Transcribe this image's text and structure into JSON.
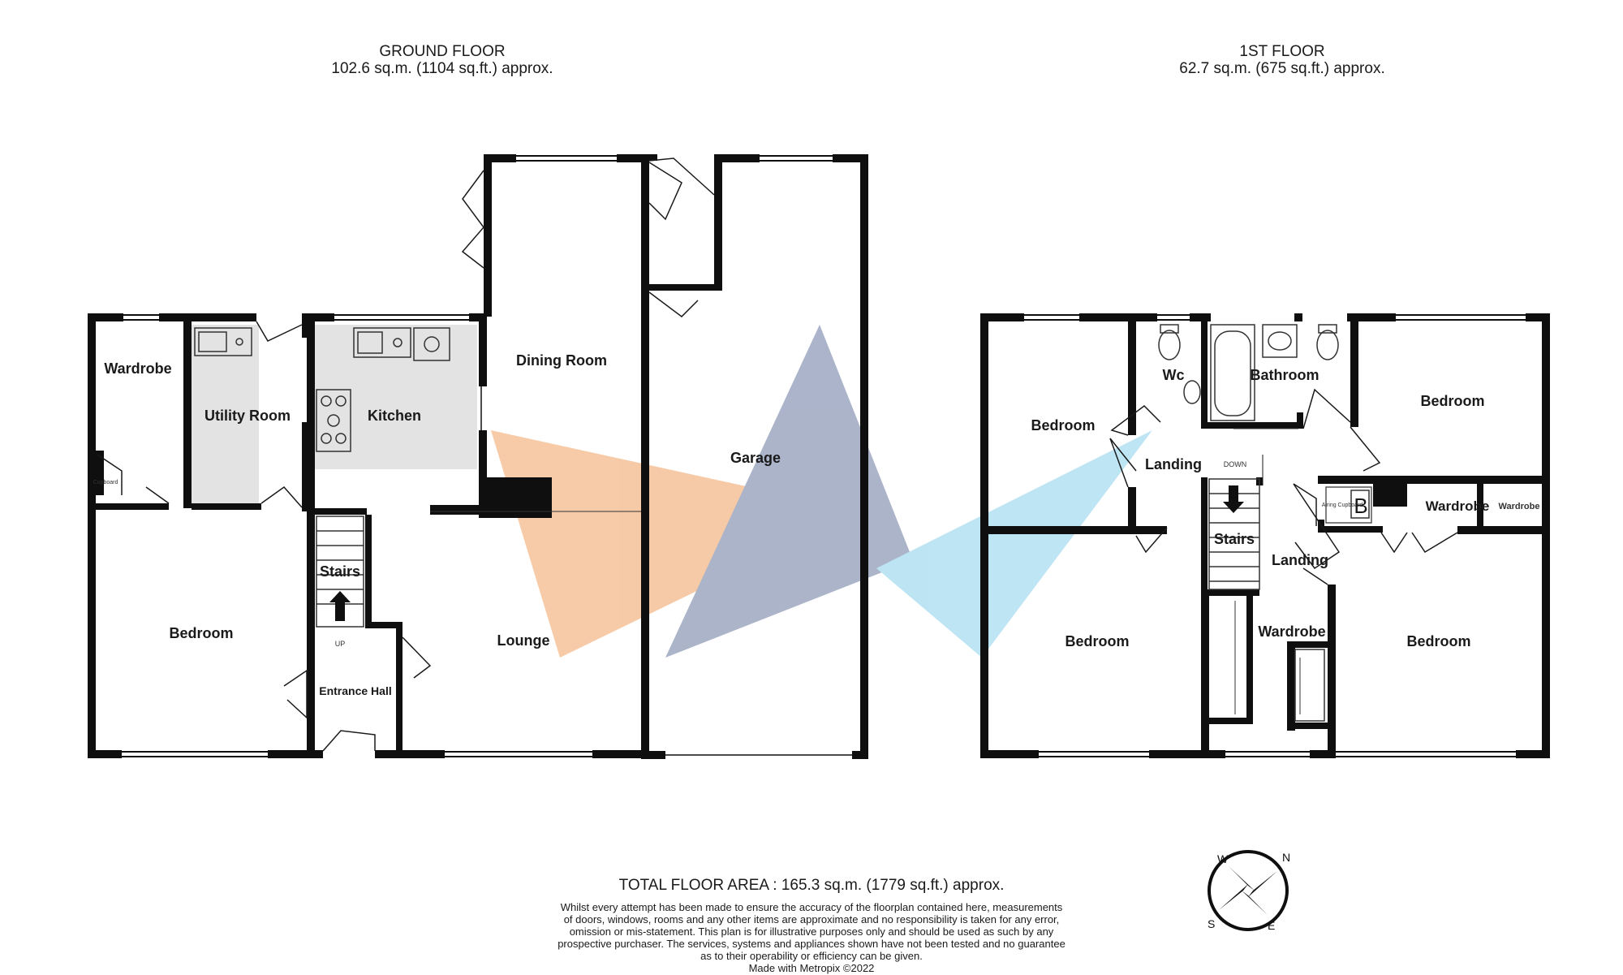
{
  "ground_floor": {
    "title": "GROUND FLOOR",
    "area": "102.6 sq.m. (1104 sq.ft.) approx.",
    "rooms": {
      "wardrobe": "Wardrobe",
      "utility": "Utility Room",
      "kitchen": "Kitchen",
      "dining": "Dining Room",
      "garage": "Garage",
      "bedroom": "Bedroom",
      "stairs": "Stairs",
      "lounge": "Lounge",
      "entrance": "Entrance Hall",
      "cupboard": "Cupboard",
      "up": "UP"
    }
  },
  "first_floor": {
    "title": "1ST FLOOR",
    "area": "62.7 sq.m. (675 sq.ft.) approx.",
    "rooms": {
      "bedroom_tl": "Bedroom",
      "wc": "Wc",
      "bathroom": "Bathroom",
      "bedroom_tr": "Bedroom",
      "landing_top": "Landing",
      "down": "DOWN",
      "stairs": "Stairs",
      "landing_mid": "Landing",
      "airing": "Airing Cupboard",
      "boiler": "B",
      "wardrobe_mid": "Wardrobe",
      "wardrobe_small": "Wardrobe",
      "wardrobe_low": "Wardrobe",
      "bedroom_bl": "Bedroom",
      "bedroom_br": "Bedroom"
    }
  },
  "footer": {
    "total_area": "TOTAL FLOOR AREA : 165.3 sq.m. (1779 sq.ft.) approx.",
    "disclaimer_lines": [
      "Whilst every attempt has been made to ensure the accuracy of the floorplan contained here, measurements",
      "of doors, windows, rooms and any other items are approximate and no responsibility is taken for any error,",
      "omission or mis-statement. This plan is for illustrative purposes only and should be used as such by any",
      "prospective purchaser. The services, systems and appliances shown have not been tested and no guarantee",
      "as to their operability or efficiency can be given.",
      "Made with Metropix ©2022"
    ]
  },
  "compass": {
    "n": "N",
    "e": "E",
    "s": "S",
    "w": "W"
  },
  "colors": {
    "wall": "#0f0f0f",
    "fitted_area": "#e3e3e3",
    "logo_orange": "#f4b98a",
    "logo_blue": "#7f8fb0",
    "logo_cyan": "#9fd8ef"
  }
}
